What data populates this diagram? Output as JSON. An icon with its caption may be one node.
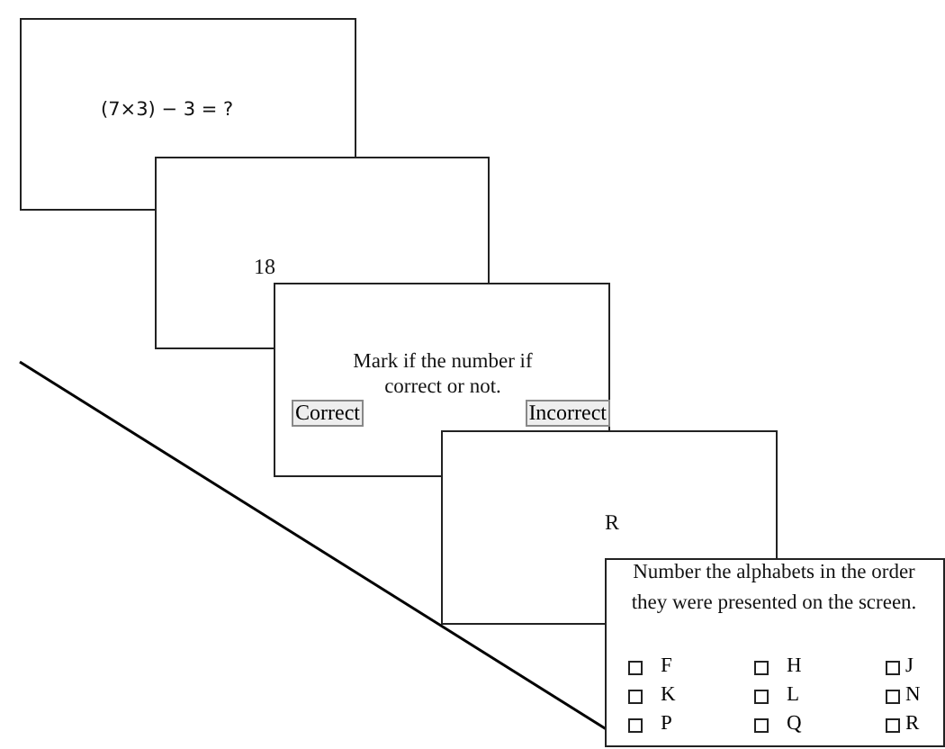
{
  "diagram": {
    "nodes": [
      {
        "text": [
          "(7×3) − 3 = ?"
        ]
      },
      {
        "text": [
          "18"
        ]
      },
      {
        "text": [
          "Mark if the number if correct or not.",
          "Correct",
          "Incorrect"
        ]
      },
      {
        "text": [
          "R"
        ]
      },
      {
        "text": [
          "Number the alphabets in the order they were presented on the screen.",
          "F",
          "H",
          "J",
          "K",
          "L",
          "N",
          "P",
          "Q",
          "R"
        ]
      }
    ]
  }
}
